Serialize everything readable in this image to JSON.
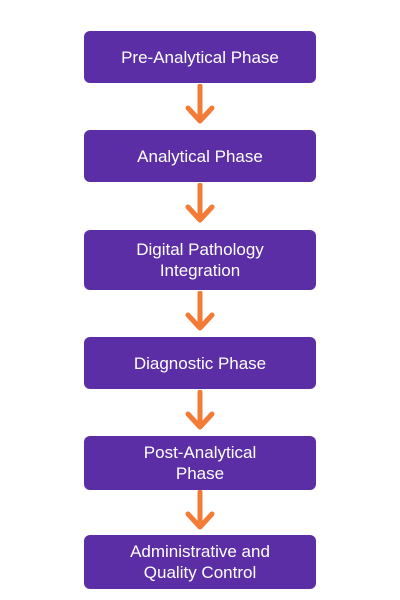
{
  "colors": {
    "box_fill": "#5b2ea6",
    "box_text": "#ffffff",
    "arrow": "#f27b35"
  },
  "steps": [
    {
      "label": "Pre-Analytical Phase"
    },
    {
      "label": "Analytical Phase"
    },
    {
      "label": "Digital Pathology\nIntegration"
    },
    {
      "label": "Diagnostic Phase"
    },
    {
      "label": "Post-Analytical\nPhase"
    },
    {
      "label": "Administrative and\nQuality Control"
    }
  ],
  "connectors": [
    {
      "icon": "arrow-down-icon"
    },
    {
      "icon": "arrow-down-icon"
    },
    {
      "icon": "arrow-down-icon"
    },
    {
      "icon": "arrow-down-icon"
    },
    {
      "icon": "arrow-down-icon"
    }
  ]
}
